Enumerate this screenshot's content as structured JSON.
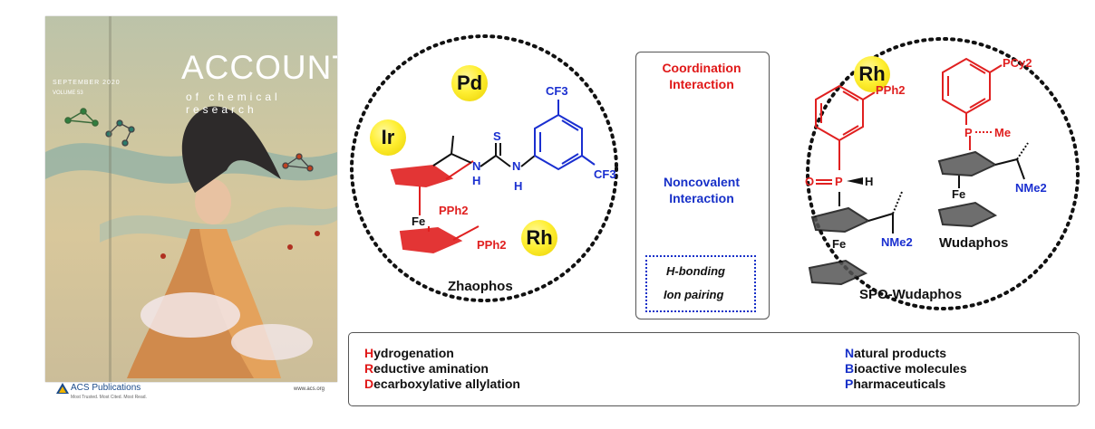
{
  "cover": {
    "title": "ACCOUNTS",
    "subtitle": "of chemical research",
    "date": "SEPTEMBER 2020",
    "volume": "VOLUME 53",
    "publisher": "ACS Publications",
    "tagline": "Most Trusted. Most Cited. Most Read.",
    "url": "www.acs.org"
  },
  "left_ligand": {
    "name": "Zhaophos",
    "metals": [
      "Pd",
      "Ir",
      "Rh"
    ],
    "labels": {
      "cf3_top": "CF3",
      "cf3_right": "CF3",
      "s": "S",
      "nh1": "N",
      "h1": "H",
      "nh2": "N",
      "h2": "H",
      "fe": "Fe",
      "pph2_a": "PPh2",
      "pph2_b": "PPh2"
    }
  },
  "center": {
    "coordination": "Coordination Interaction",
    "noncovalent": "Noncovalent Interaction",
    "items": [
      "H-bonding",
      "Ion pairing"
    ]
  },
  "right_ligands": {
    "metal": "Rh",
    "name_a": "SPO-Wudaphos",
    "name_b": "Wudaphos",
    "labels": {
      "pph2": "PPh2",
      "pcy2": "PCy2",
      "p_me": "P",
      "me": "Me",
      "o": "O",
      "p_h": "P",
      "h": "H",
      "fe_a": "Fe",
      "fe_b": "Fe",
      "nme2_a": "NMe2",
      "nme2_b": "NMe2"
    }
  },
  "applications": {
    "reactions": [
      {
        "initial": "H",
        "rest": "ydrogenation"
      },
      {
        "initial": "R",
        "rest": "eductive amination"
      },
      {
        "initial": "D",
        "rest": "ecarboxylative allylation"
      }
    ],
    "targets": [
      {
        "initial": "N",
        "rest": "atural products"
      },
      {
        "initial": "B",
        "rest": "ioactive molecules"
      },
      {
        "initial": "P",
        "rest": "harmaceuticals"
      }
    ]
  },
  "colors": {
    "red": "#e01818",
    "blue": "#1730c8",
    "metal_yellow": "#ffef33"
  }
}
